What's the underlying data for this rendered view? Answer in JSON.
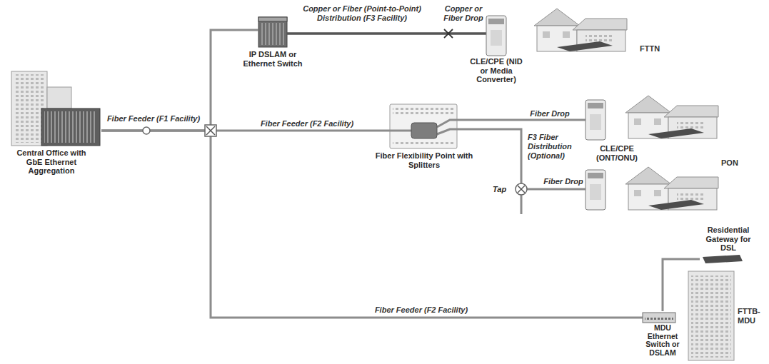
{
  "diagram": {
    "nodes": [
      {
        "text": [
          "Central Office with GbE Ethernet Aggregation"
        ]
      },
      {
        "text": [
          "IP DSLAM or Ethernet Switch"
        ]
      },
      {
        "text": [
          "CLE/CPE (NID or Media Converter)"
        ]
      },
      {
        "text": [
          "Fiber Flexibility Point with Splitters"
        ]
      },
      {
        "text": [
          "CLE/CPE (ONT/ONU)"
        ]
      },
      {
        "text": [
          "Tap"
        ]
      },
      {
        "text": [
          "Residential Gateway for DSL"
        ]
      },
      {
        "text": [
          "MDU Ethernet Switch or DSLAM"
        ]
      }
    ],
    "edges": [
      {
        "from": 0,
        "to": 1,
        "arrow": "none"
      },
      {
        "from": 1,
        "to": 2,
        "label": "Copper or Fiber (Point-to-Point) Distribution (F3 Facility)",
        "arrow": "none"
      },
      {
        "from": 0,
        "to": 3,
        "label": "Fiber Feeder (F2 Facility)",
        "arrow": "none"
      },
      {
        "from": 3,
        "to": 4,
        "label": "Fiber Drop",
        "arrow": "none"
      },
      {
        "from": 3,
        "to": 5,
        "label": "F3 Fiber Distribution (Optional)",
        "arrow": "none"
      },
      {
        "from": 0,
        "to": 7,
        "label": "Fiber Feeder (F2 Facility)",
        "arrow": "none"
      },
      {
        "from": 7,
        "to": 6,
        "arrow": "none"
      }
    ],
    "labels": [
      "Fiber Feeder (F1 Facility)",
      "Copper or Fiber Drop",
      "FTTN",
      "Fiber Drop",
      "PON",
      "FTTB-MDU"
    ]
  }
}
